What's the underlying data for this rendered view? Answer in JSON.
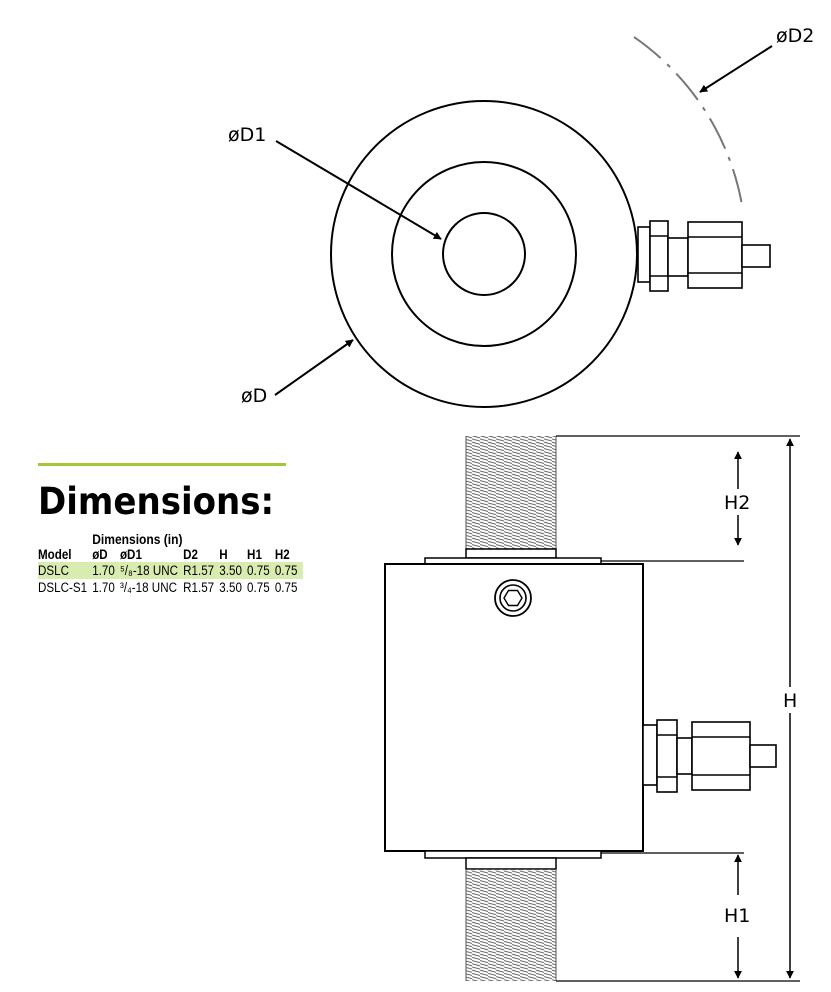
{
  "diagram": {
    "top_view_labels": {
      "od": "øD",
      "id": "øD1",
      "bolt_circle": "øD2"
    },
    "side_view_labels": {
      "h": "H",
      "h1": "H1",
      "h2": "H2"
    }
  },
  "dimensions": {
    "heading": "Dimensions:",
    "group_header": "Dimensions (in)",
    "columns": [
      "Model",
      "øD",
      "øD1",
      "D2",
      "H",
      "H1",
      "H2"
    ],
    "rows": [
      {
        "model": "DSLC",
        "od": "1.70",
        "od1": "⁵/₈-18 UNC",
        "d2": "R1.57",
        "h": "3.50",
        "h1": "0.75",
        "h2": "0.75",
        "highlighted": true
      },
      {
        "model": "DSLC-S1",
        "od": "1.70",
        "od1": "³/₄-18 UNC",
        "d2": "R1.57",
        "h": "3.50",
        "h1": "0.75",
        "h2": "0.75",
        "highlighted": false
      }
    ]
  },
  "colors": {
    "accent_rule": "#a4c639",
    "row_highlight": "#d8ecb0",
    "bolt_circle": "#777777"
  }
}
